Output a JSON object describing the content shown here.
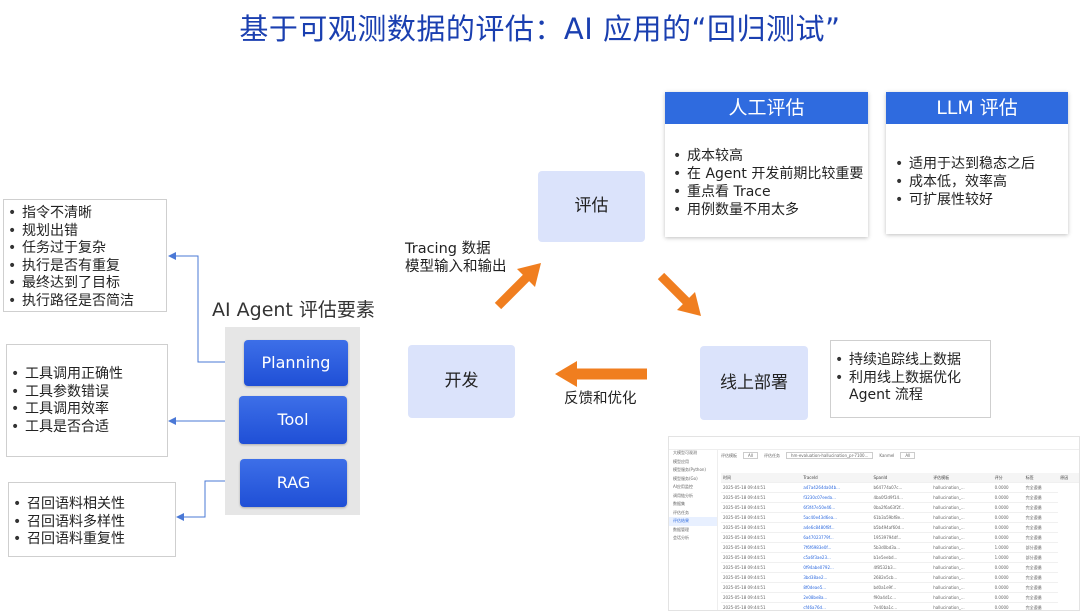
{
  "title": "基于可观测数据的评估：AI 应用的“回归测试”",
  "agent_factors": {
    "heading": "AI Agent 评估要素",
    "planning": {
      "label": "Planning",
      "items": [
        "指令不清晰",
        "规划出错",
        "任务过于复杂",
        "执行是否有重复",
        "最终达到了目标",
        "执行路径是否简洁"
      ]
    },
    "tool": {
      "label": "Tool",
      "items": [
        "工具调用正确性",
        "工具参数错误",
        "工具调用效率",
        "工具是否合适"
      ]
    },
    "rag": {
      "label": "RAG",
      "items": [
        "召回语料相关性",
        "召回语料多样性",
        "召回语料重复性"
      ]
    }
  },
  "cycle": {
    "evaluate": "评估",
    "develop": "开发",
    "deploy": "线上部署",
    "tracing_label": [
      "Tracing 数据",
      "模型输入和输出"
    ],
    "feedback_label": "反馈和优化"
  },
  "human_eval": {
    "title": "人工评估",
    "items": [
      "成本较高",
      "在 Agent 开发前期比较重要",
      "重点看 Trace",
      "用例数量不用太多"
    ]
  },
  "llm_eval": {
    "title": "LLM 评估",
    "items": [
      "适用于达到稳态之后",
      "成本低，效率高",
      "可扩展性较好"
    ]
  },
  "deploy_notes": {
    "items": [
      "持续追踪线上数据",
      "利用线上数据优化 Agent 流程"
    ]
  },
  "colors": {
    "title": "#1a3fb0",
    "accent": "#2f6bdf",
    "arrow": "#f07e1f",
    "node_bg": "#dbe3fb"
  },
  "thumbnail": {
    "sidebar": [
      "大模型可观测",
      "模型应用",
      "模型服务(Python)",
      "模型服务(Go)",
      "AI应用监控",
      "调用链分析",
      "数据集",
      "评估任务",
      "评估结果",
      "数据管理",
      "会话分析"
    ],
    "filters": [
      "评估模板",
      "All",
      "评估任务",
      "hm-evaluation-hallucination_pr-7100...",
      "Kanmel",
      "All"
    ],
    "columns": [
      "时间",
      "TraceId",
      "SpanId",
      "评估模板",
      "评分",
      "标签",
      "原因"
    ],
    "rows": [
      [
        "2025-05-18 09:44:51",
        "a47a4264da04b...",
        "b64774a07c...",
        "hallucination_...",
        "0.0000",
        "完全遵循"
      ],
      [
        "2025-05-18 09:44:51",
        "f3230c07eeda...",
        "4ba0f2d9f14...",
        "hallucination_...",
        "0.0000",
        "完全遵循"
      ],
      [
        "2025-05-18 09:44:51",
        "6f3f47e50e46...",
        "0ba2f6a63f2f...",
        "hallucination_...",
        "0.0000",
        "完全遵循"
      ],
      [
        "2025-05-18 09:44:51",
        "5ac40e43d6ea...",
        "61b3a59bf8e...",
        "hallucination_...",
        "0.0000",
        "完全遵循"
      ],
      [
        "2025-05-18 09:44:51",
        "a4e6c8480f8f...",
        "b5b494af60d...",
        "hallucination_...",
        "0.0000",
        "完全遵循"
      ],
      [
        "2025-05-18 09:44:51",
        "6a47023779f...",
        "19539794df...",
        "hallucination_...",
        "0.0000",
        "完全遵循"
      ],
      [
        "2025-05-18 09:44:51",
        "7f6f6983e0f...",
        "5b3d0bd3a...",
        "hallucination_...",
        "1.0000",
        "部分遵循"
      ],
      [
        "2025-05-18 09:44:51",
        "c5a6f3ae23...",
        "b1e5eebd...",
        "hallucination_...",
        "1.0000",
        "部分遵循"
      ],
      [
        "2025-05-18 09:44:51",
        "0f94abe0792...",
        "4f8532b3...",
        "hallucination_...",
        "0.0000",
        "完全遵循"
      ],
      [
        "2025-05-18 09:44:51",
        "3bd38ae2...",
        "2682e5cb...",
        "hallucination_...",
        "0.0000",
        "完全遵循"
      ],
      [
        "2025-05-18 09:44:51",
        "8f0deae5...",
        "bd0a1e9f...",
        "hallucination_...",
        "0.0000",
        "完全遵循"
      ],
      [
        "2025-05-18 09:44:51",
        "2e08be8a...",
        "f90a4d1c...",
        "hallucination_...",
        "0.0000",
        "完全遵循"
      ],
      [
        "2025-05-18 09:44:51",
        "cf46a76d...",
        "7e40ba1c...",
        "hallucination_...",
        "0.0000",
        "完全遵循"
      ]
    ]
  }
}
